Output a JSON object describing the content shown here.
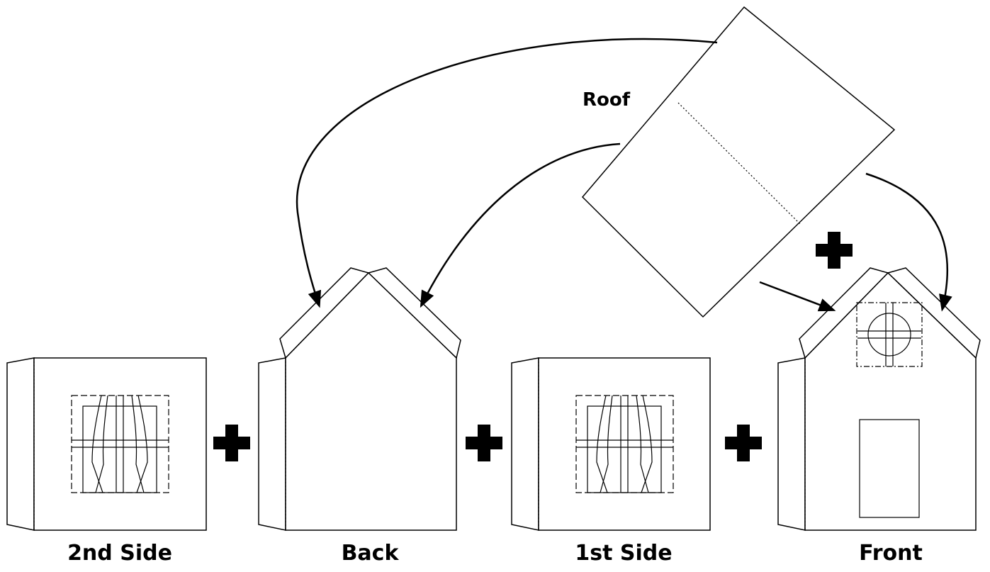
{
  "labels": {
    "roof": "Roof",
    "second_side": "2nd Side",
    "back": "Back",
    "first_side": "1st Side",
    "front": "Front"
  },
  "colors": {
    "line": "#000000",
    "background": "#ffffff"
  }
}
